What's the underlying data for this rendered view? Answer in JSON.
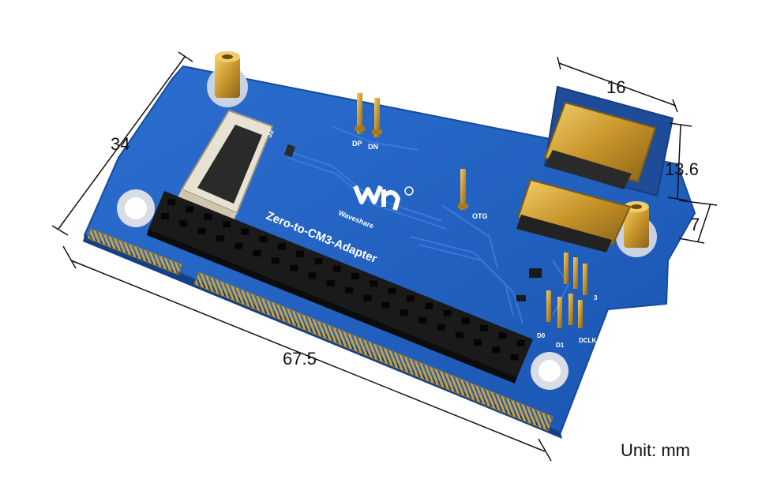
{
  "dimensions": {
    "width": "67.5",
    "height": "34",
    "hdmi_width": "16",
    "hdmi_height": "13.6",
    "hdmi_offset": "7"
  },
  "unit_label": "Unit: mm",
  "board": {
    "name": "Zero-to-CM3-Adapter",
    "brand": "Waveshare",
    "connector_label": "J2",
    "pin_labels": {
      "dp": "DP",
      "dn": "DN",
      "otg": "OTG",
      "d0": "D0",
      "d1": "D1",
      "dclk": "DCLK",
      "d3": "3"
    }
  },
  "colors": {
    "pcb": "#1f5fbf",
    "gold": "#d4a437",
    "header": "#1a1a1a"
  }
}
